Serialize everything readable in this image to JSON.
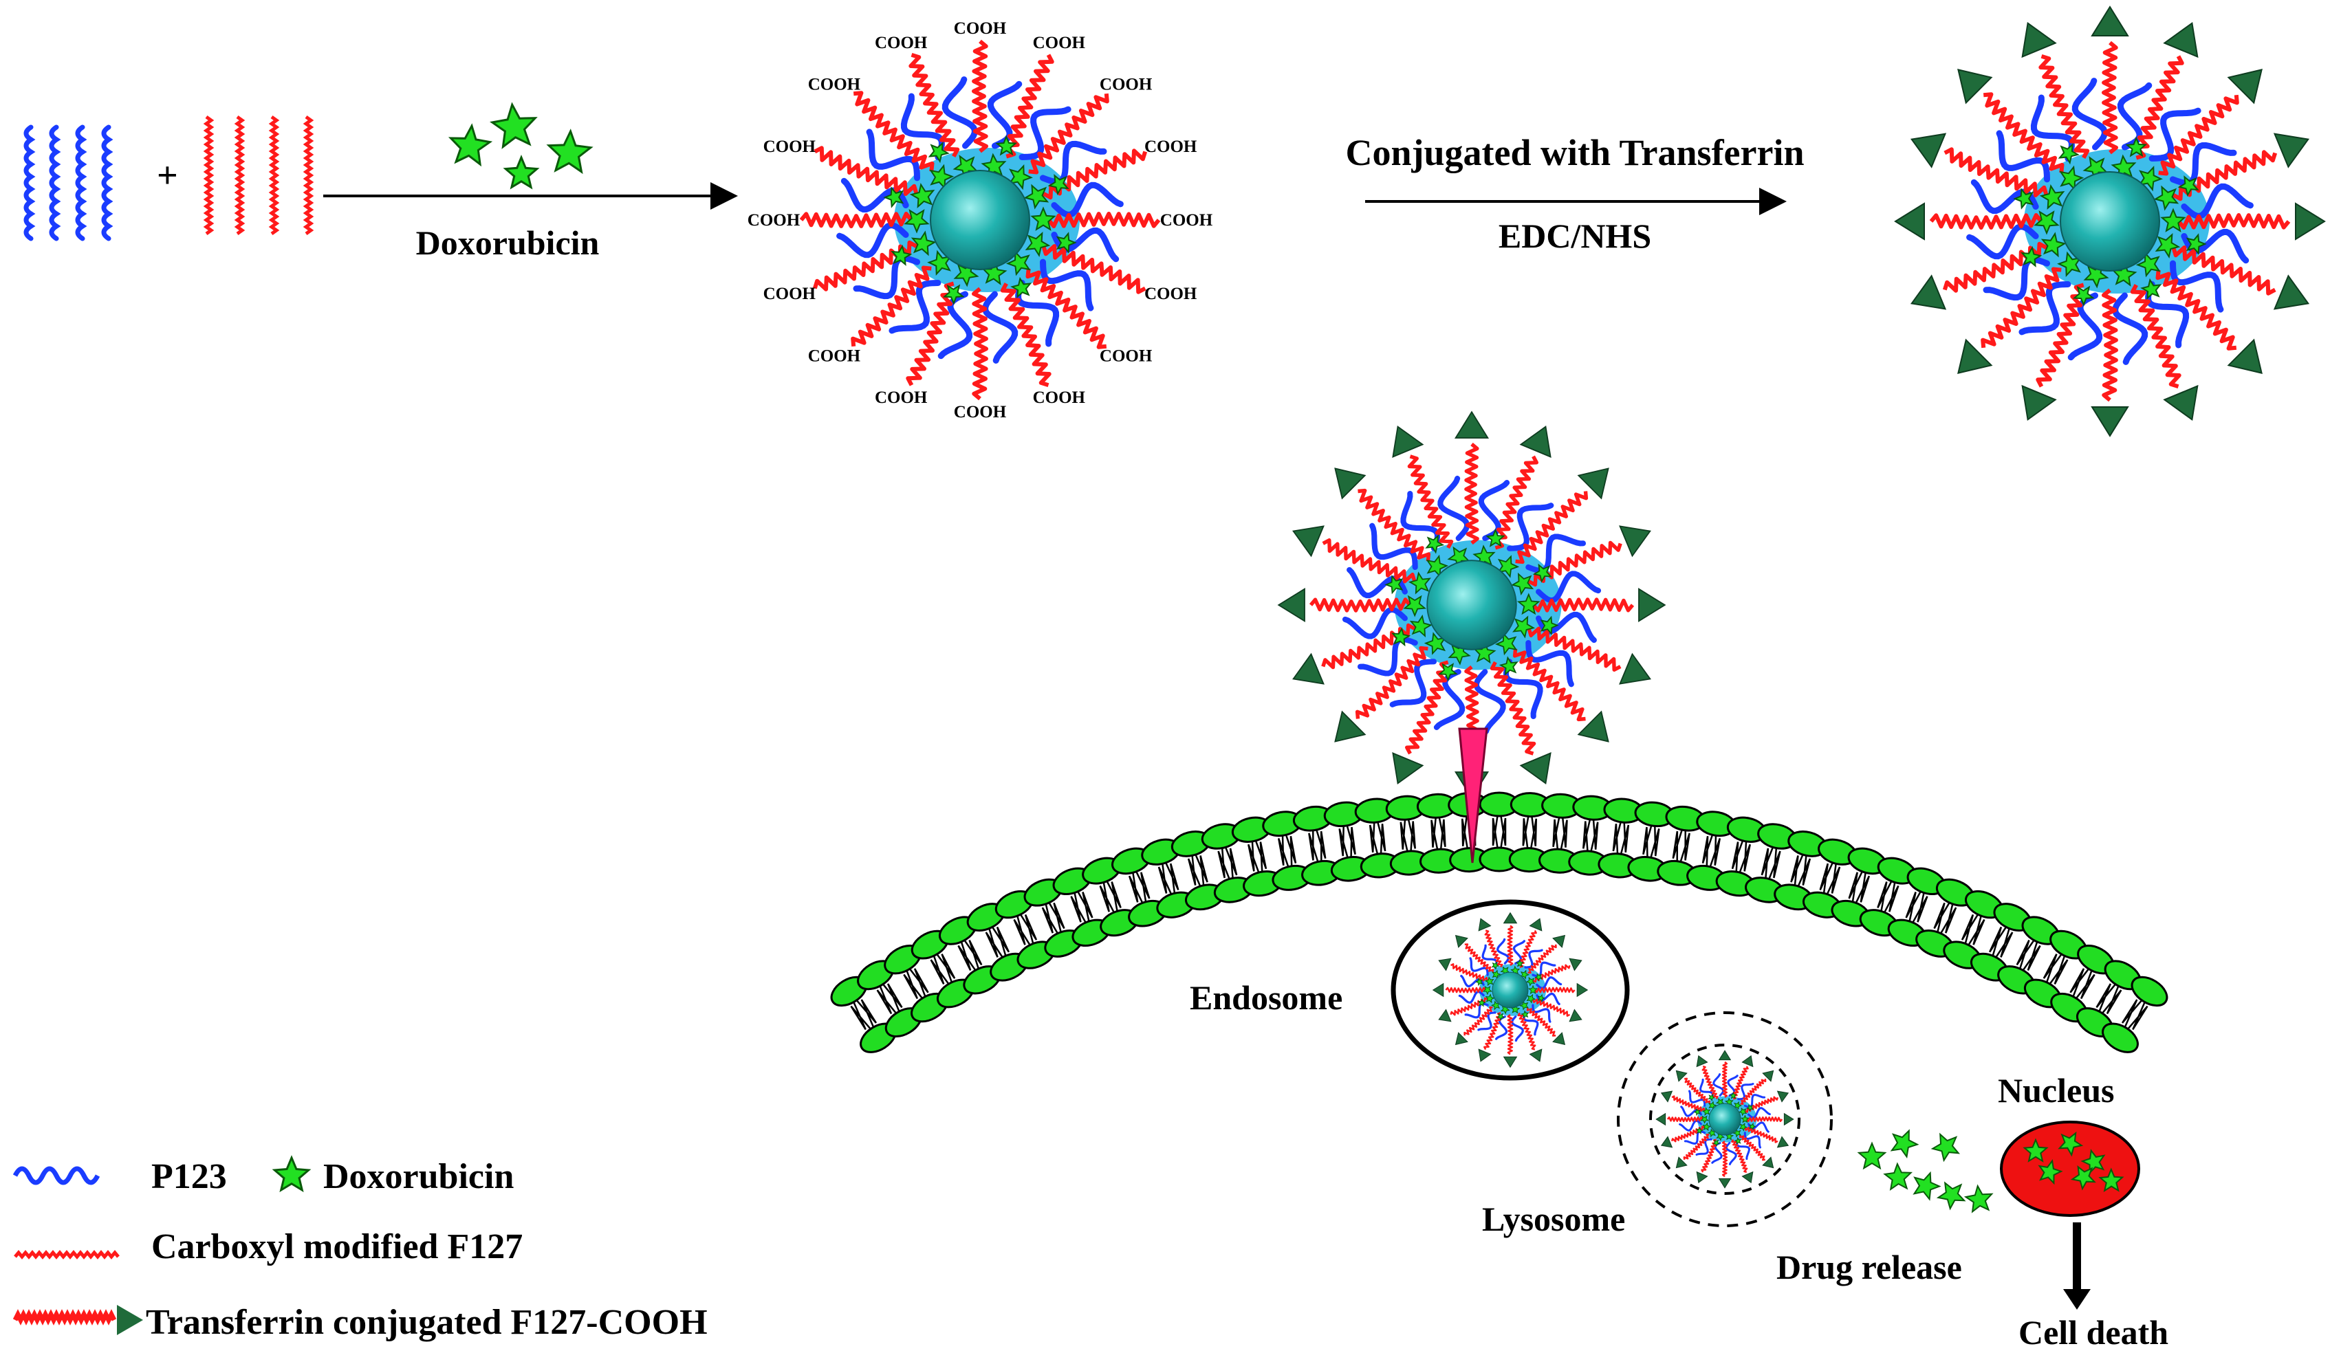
{
  "steps": {
    "drug_label": "Doxorubicin",
    "conjugation_label": "Conjugated with Transferrin",
    "reagent_label": "EDC/NHS",
    "plus_sign": "+"
  },
  "carboxyl_group": "COOH",
  "compartments": {
    "endosome": "Endosome",
    "lysosome": "Lysosome",
    "nucleus": "Nucleus",
    "drug_release": "Drug release",
    "cell_death": "Cell death"
  },
  "legend": {
    "p123": "P123",
    "doxorubicin": "Doxorubicin",
    "carboxyl_f127": "Carboxyl modified F127",
    "transferrin_f127": "Transferrin conjugated F127-COOH"
  },
  "colors": {
    "p123": "#1a3cff",
    "f127": "#ff1a1a",
    "drug": "#22e022",
    "core": "#1aa6a6",
    "halo": "#29b6e8",
    "transferrin": "#1f6b3a",
    "lipid_head": "#22dd22",
    "nucleus": "#ee1111",
    "uptake_arrow": "#ff2277"
  }
}
